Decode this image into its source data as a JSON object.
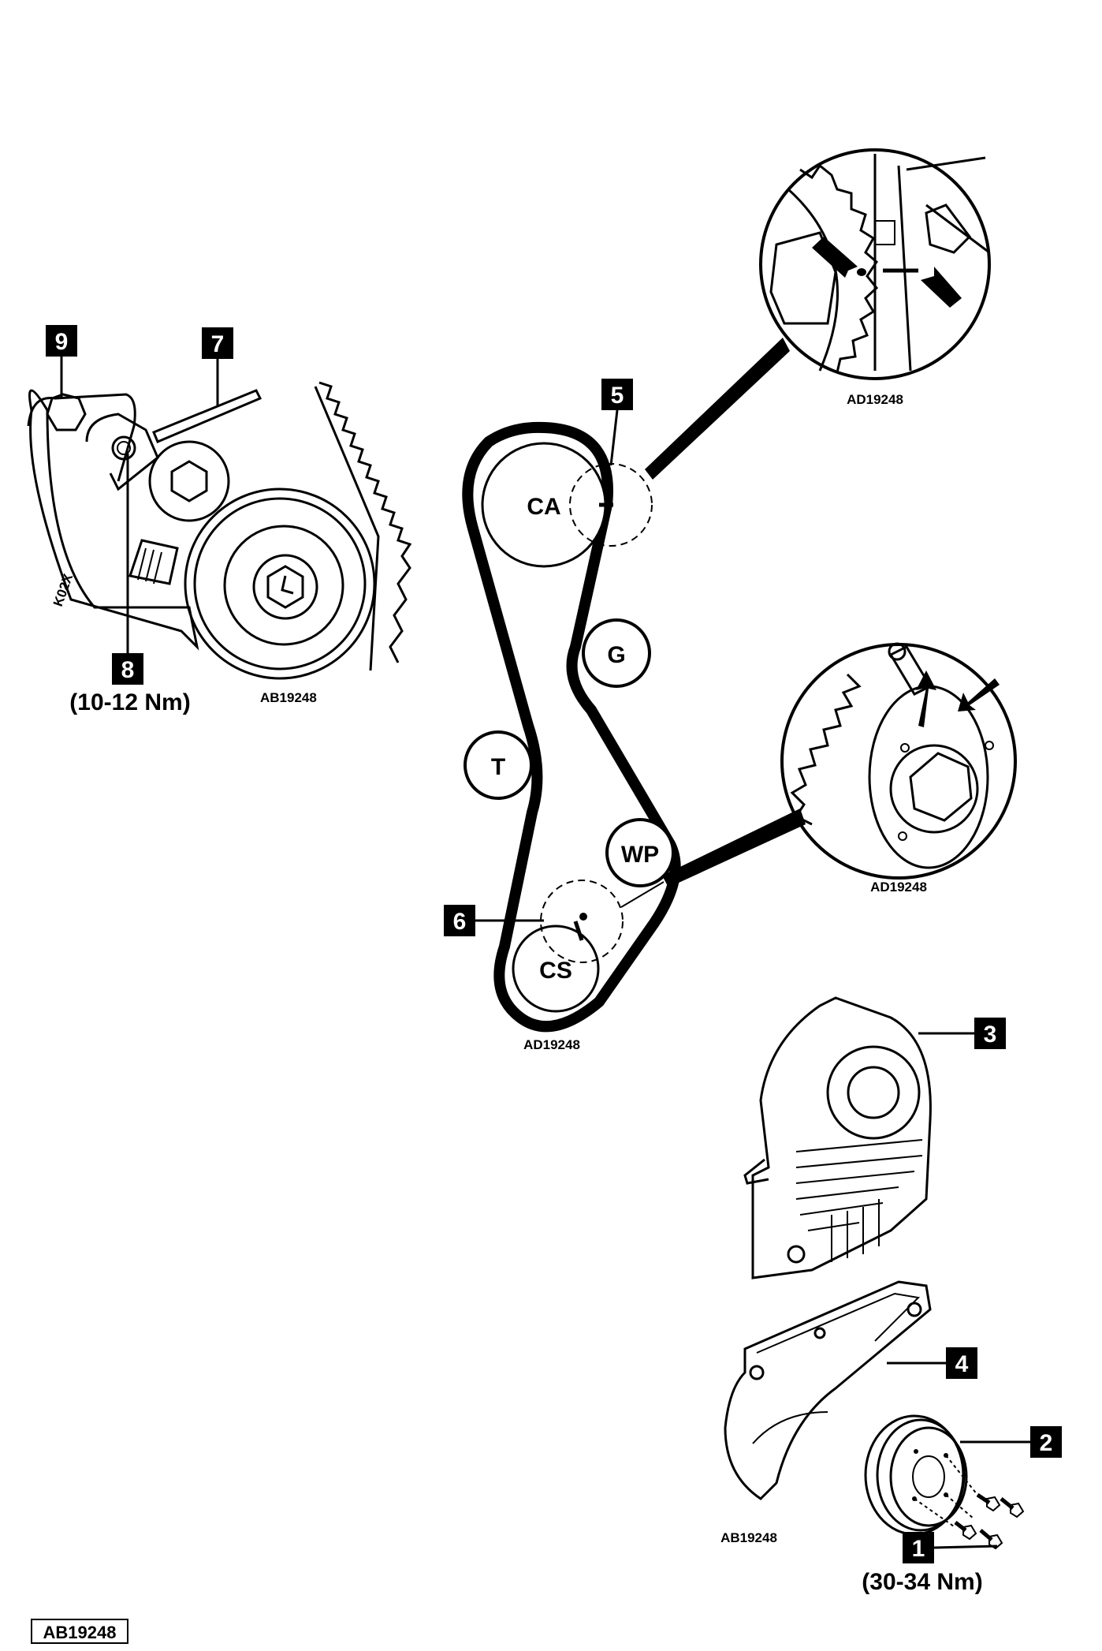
{
  "callouts": [
    {
      "id": "c1",
      "text": "1"
    },
    {
      "id": "c2",
      "text": "2"
    },
    {
      "id": "c3",
      "text": "3"
    },
    {
      "id": "c4",
      "text": "4"
    },
    {
      "id": "c5",
      "text": "5"
    },
    {
      "id": "c6",
      "text": "6"
    },
    {
      "id": "c7",
      "text": "7"
    },
    {
      "id": "c8",
      "text": "8"
    },
    {
      "id": "c9",
      "text": "9"
    }
  ],
  "pulleys": {
    "camshaft": "CA",
    "guide": "G",
    "tensioner": "T",
    "water_pump": "WP",
    "crankshaft": "CS"
  },
  "torques": {
    "tensioner_bolt": "(10-12 Nm)",
    "crank_pulley_bolts": "(30-34 Nm)"
  },
  "captions": {
    "tensioner_detail": "AB19248",
    "cam_detail": "AD19248",
    "crank_detail": "AD19248",
    "belt_routing": "AD19248",
    "covers": "AB19248",
    "figure_ref": "AB19248"
  },
  "tensioner_marking": "K02X"
}
